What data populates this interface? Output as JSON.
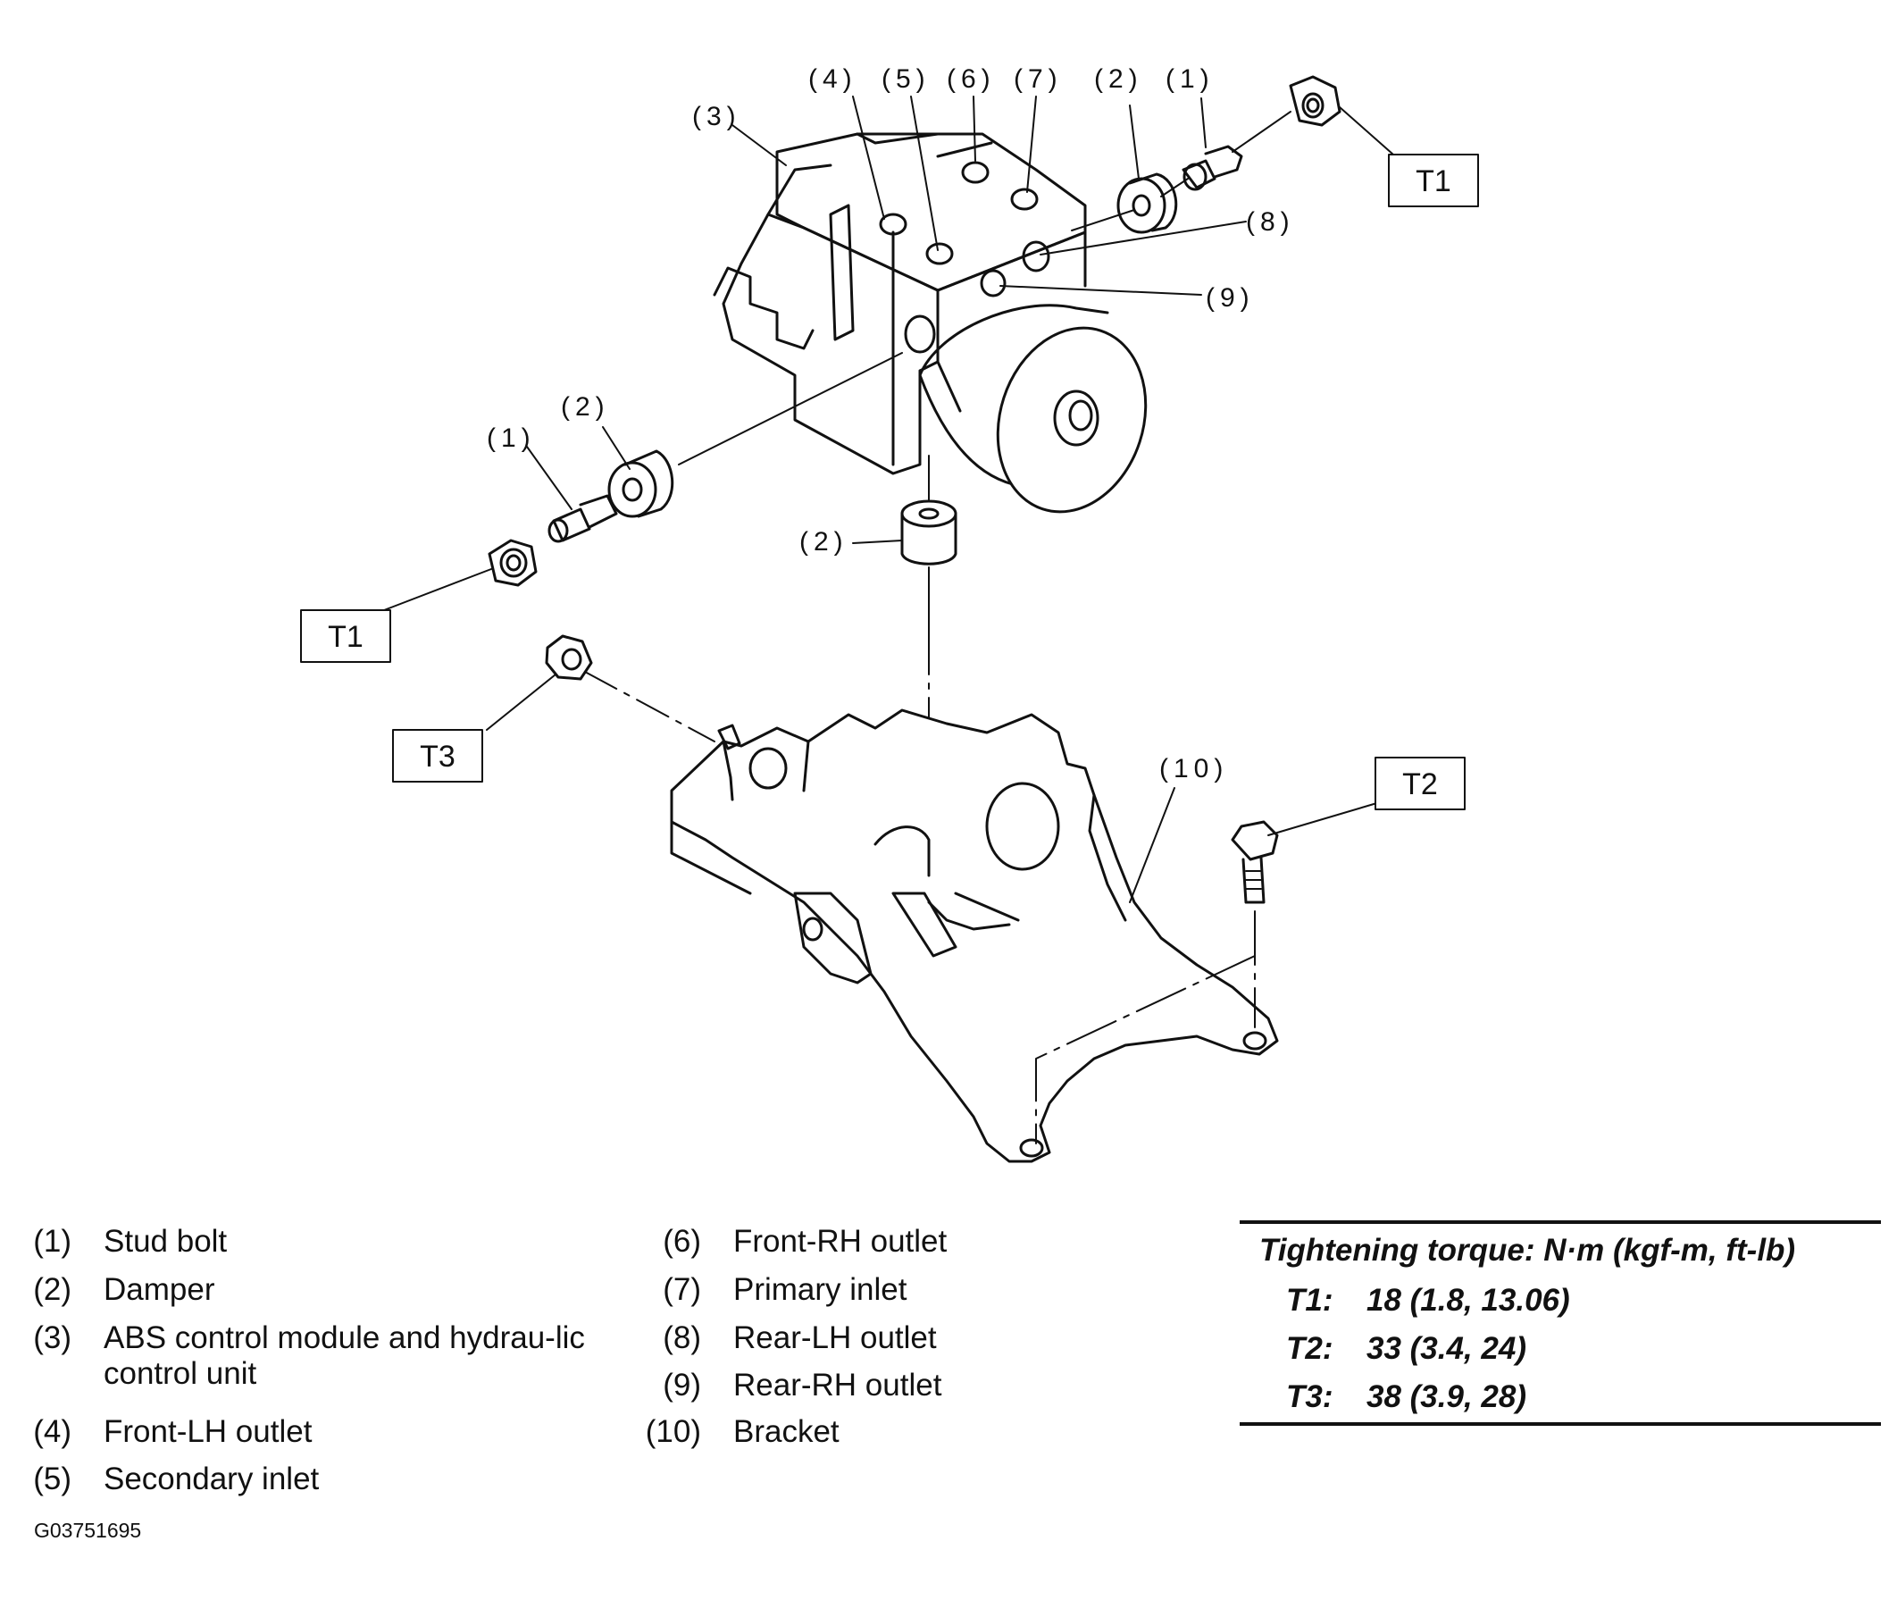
{
  "callouts": {
    "c4": "(4)",
    "c5": "(5)",
    "c6": "(6)",
    "c7": "(7)",
    "c2_top": "(2)",
    "c1_top": "(1)",
    "c3": "(3)",
    "c8": "(8)",
    "c9": "(9)",
    "c2_left": "(2)",
    "c1_left": "(1)",
    "c2_bottom": "(2)",
    "c10": "(10)"
  },
  "torque_boxes": {
    "t1_top": "T1",
    "t1_left": "T1",
    "t3": "T3",
    "t2": "T2"
  },
  "legend": [
    {
      "num": "(1)",
      "text": "Stud bolt"
    },
    {
      "num": "(2)",
      "text": "Damper"
    },
    {
      "num": "(3)",
      "text": "ABS control module and hydrau-lic control unit"
    },
    {
      "num": "(4)",
      "text": "Front-LH outlet"
    },
    {
      "num": "(5)",
      "text": "Secondary inlet"
    },
    {
      "num": "(6)",
      "text": "Front-RH outlet"
    },
    {
      "num": "(7)",
      "text": "Primary inlet"
    },
    {
      "num": "(8)",
      "text": "Rear-LH outlet"
    },
    {
      "num": "(9)",
      "text": "Rear-RH outlet"
    },
    {
      "num": "(10)",
      "text": "Bracket"
    }
  ],
  "torque": {
    "title": "Tightening torque: N·m (kgf-m, ft-lb)",
    "rows": [
      {
        "key": "T1:",
        "value": "18 (1.8, 13.06)"
      },
      {
        "key": "T2:",
        "value": "33 (3.4, 24)"
      },
      {
        "key": "T3:",
        "value": "38 (3.9, 28)"
      }
    ]
  },
  "figure_id": "G03751695"
}
